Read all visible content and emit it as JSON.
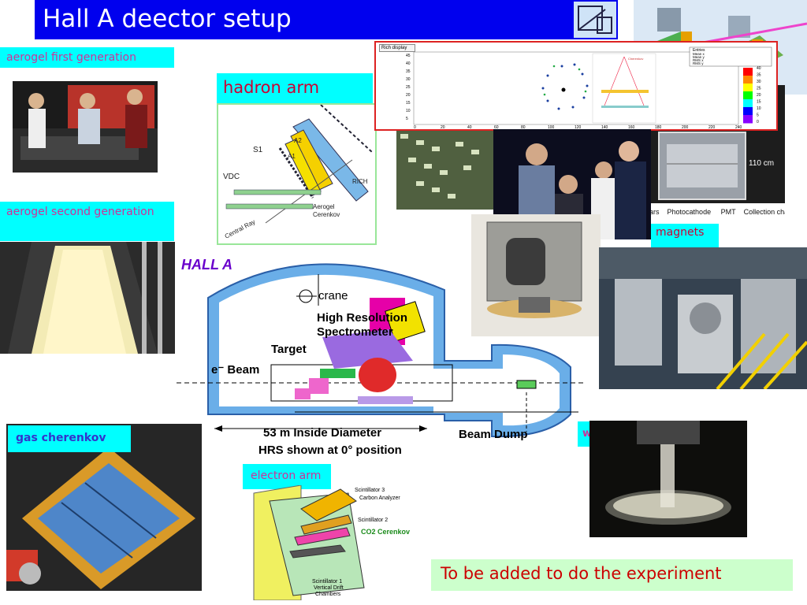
{
  "slide": {
    "title": "Hall A deector setup",
    "footer_note": "To be added to do the experiment"
  },
  "labels": {
    "aerogel_first": "aerogel first generation",
    "aerogel_second": "aerogel second generation",
    "hadron_arm": "hadron arm",
    "gas_cherenkov": "gas cherenkov",
    "electron_arm": "electron arm",
    "magnets": "magnets",
    "waterfall": "waterfall"
  },
  "hadron_diagram": {
    "s1": "S1",
    "a2": "A2",
    "a1": "A1",
    "vdc": "VDC",
    "rich": "RICH",
    "aerogel": "Aerogel",
    "cerenkov": "Cerenkov",
    "central_ray": "Central Ray"
  },
  "hall_diagram": {
    "hall_label": "HALL A",
    "crane": "crane",
    "hrs_line1": "High Resolution",
    "hrs_line2": "Spectrometer",
    "target": "Target",
    "beam": "e⁻ Beam",
    "diameter": "53 m Inside Diameter",
    "hrs_position": "HRS shown at 0° position",
    "beam_dump": "Beam Dump"
  },
  "electron_diagram": {
    "scint3": "Scintillator 3",
    "carbon": "Carbon Analyzer",
    "scint2": "Scintillator 2",
    "co2": "CO2 Cerenkov",
    "scint1": "Scintillator 1",
    "vdc1": "Vertical Drift",
    "vdc2": "Chambers"
  },
  "rich_panel": {
    "window_title": "Rich display",
    "stats_title": "Entries",
    "stats": [
      "Mean x",
      "Mean y",
      "RMS x",
      "RMS y"
    ],
    "y_ticks": [
      "45",
      "40",
      "35",
      "30",
      "25",
      "20",
      "15",
      "10",
      "5"
    ],
    "x_ticks": [
      "0",
      "20",
      "40",
      "60",
      "80",
      "100",
      "120",
      "140",
      "160",
      "180",
      "200",
      "220",
      "240"
    ],
    "colorbar_ticks": [
      "40",
      "35",
      "30",
      "25",
      "20",
      "15",
      "10",
      "5",
      "0"
    ],
    "inset_label": "Cherenkov",
    "colors": {
      "rainbow": [
        "#ff0000",
        "#ff8800",
        "#ffff00",
        "#00ff00",
        "#00ffff",
        "#0000ff",
        "#8800ff"
      ]
    }
  },
  "rich_photo": {
    "label_110": "110 cm",
    "captions": [
      "ars",
      "Photocathode",
      "PMT",
      "Collection chamber"
    ]
  }
}
